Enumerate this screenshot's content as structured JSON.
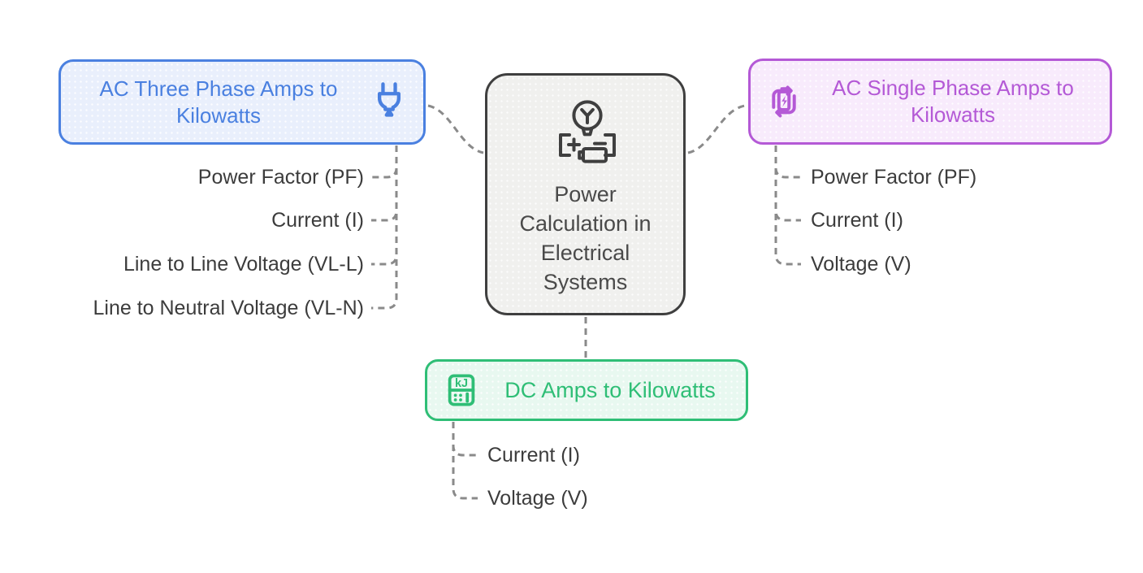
{
  "center_node": {
    "title": "Power Calculation in Electrical Systems",
    "icon": "bulb-battery-power-icon",
    "border_color": "#3f3f3f",
    "background": "#f0f0ee",
    "text_color": "#4a4a4a"
  },
  "branches": {
    "three_phase": {
      "title": "AC Three Phase Amps to Kilowatts",
      "icon": "plug-icon",
      "accent_color": "#4a80e0",
      "background": "#e9effc",
      "items": [
        "Power Factor (PF)",
        "Current (I)",
        "Line to Line Voltage (VL-L)",
        "Line to Neutral Voltage (VL-N)"
      ]
    },
    "single_phase": {
      "title": "AC Single Phase Amps to Kilowatts",
      "icon": "battery-recharge-cycle-icon",
      "accent_color": "#b459d6",
      "background": "#f8ebfc",
      "items": [
        "Power Factor (PF)",
        "Current (I)",
        "Voltage (V)"
      ]
    },
    "dc": {
      "title": "DC Amps to Kilowatts",
      "icon": "calculator-kj-icon",
      "accent_color": "#2fbe76",
      "background": "#e8f8f0",
      "items": [
        "Current (I)",
        "Voltage (V)"
      ]
    }
  },
  "connector_color": "#8a8a8a",
  "label_color": "#3c3c3c"
}
